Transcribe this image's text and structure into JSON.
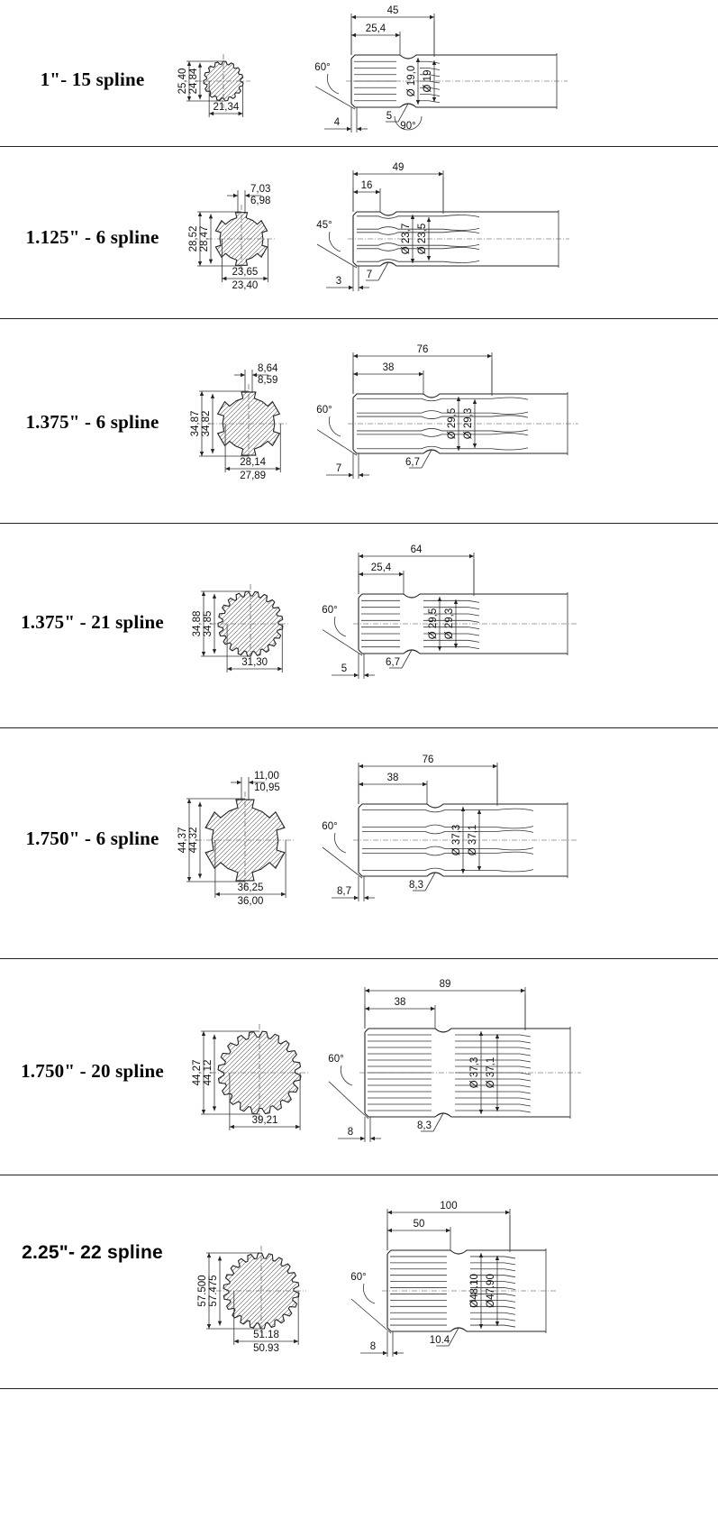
{
  "rows": [
    {
      "label": "1\"- 15 spline",
      "teeth": 15,
      "od_max": "25,40",
      "od_min": "24,84",
      "width_a": "21,34",
      "width_b": "",
      "key_a": "",
      "key_b": "",
      "length": "45",
      "spline_len": "25,4",
      "chamfer": "4",
      "angle": "60°",
      "dia_a": "Ø 19,0",
      "dia_b": "Ø 19",
      "groove": "5",
      "groove_angle": "90°"
    },
    {
      "label": "1.125\" - 6 spline",
      "teeth": 6,
      "od_max": "28,52",
      "od_min": "28,47",
      "width_a": "23,65",
      "width_b": "23,40",
      "key_a": "7,03",
      "key_b": "6,98",
      "length": "49",
      "spline_len": "16",
      "chamfer": "3",
      "angle": "45°",
      "dia_a": "Ø 23,7",
      "dia_b": "Ø 23,5",
      "groove": "7",
      "groove_angle": ""
    },
    {
      "label": "1.375\" - 6 spline",
      "teeth": 6,
      "od_max": "34,87",
      "od_min": "34,82",
      "width_a": "28,14",
      "width_b": "27,89",
      "key_a": "8,64",
      "key_b": "8,59",
      "length": "76",
      "spline_len": "38",
      "chamfer": "7",
      "angle": "60°",
      "dia_a": "Ø 29,5",
      "dia_b": "Ø 29,3",
      "groove": "6,7",
      "groove_angle": ""
    },
    {
      "label": "1.375\" - 21 spline",
      "teeth": 21,
      "od_max": "34,88",
      "od_min": "34,85",
      "width_a": "31,30",
      "width_b": "",
      "key_a": "",
      "key_b": "",
      "length": "64",
      "spline_len": "25,4",
      "chamfer": "5",
      "angle": "60°",
      "dia_a": "Ø 29,5",
      "dia_b": "Ø 29,3",
      "groove": "6,7",
      "groove_angle": ""
    },
    {
      "label": "1.750\" - 6 spline",
      "teeth": 6,
      "od_max": "44,37",
      "od_min": "44,32",
      "width_a": "36,25",
      "width_b": "36,00",
      "key_a": "11,00",
      "key_b": "10,95",
      "length": "76",
      "spline_len": "38",
      "chamfer": "8,7",
      "angle": "60°",
      "dia_a": "Ø 37,3",
      "dia_b": "Ø 37,1",
      "groove": "8,3",
      "groove_angle": ""
    },
    {
      "label": "1.750\" - 20 spline",
      "teeth": 20,
      "od_max": "44,27",
      "od_min": "44,12",
      "width_a": "39,21",
      "width_b": "",
      "key_a": "",
      "key_b": "",
      "length": "89",
      "spline_len": "38",
      "chamfer": "8",
      "angle": "60°",
      "dia_a": "Ø 37,3",
      "dia_b": "Ø 37,1",
      "groove": "8,3",
      "groove_angle": ""
    },
    {
      "label": "2.25\"- 22 spline",
      "teeth": 22,
      "od_max": "57.500",
      "od_min": "57.475",
      "width_a": "51.18",
      "width_b": "50.93",
      "key_a": "",
      "key_b": "",
      "length": "100",
      "spline_len": "50",
      "chamfer": "8",
      "angle": "60°",
      "dia_a": "Ø48.10",
      "dia_b": "Ø47.90",
      "groove": "10.4",
      "groove_angle": ""
    }
  ]
}
